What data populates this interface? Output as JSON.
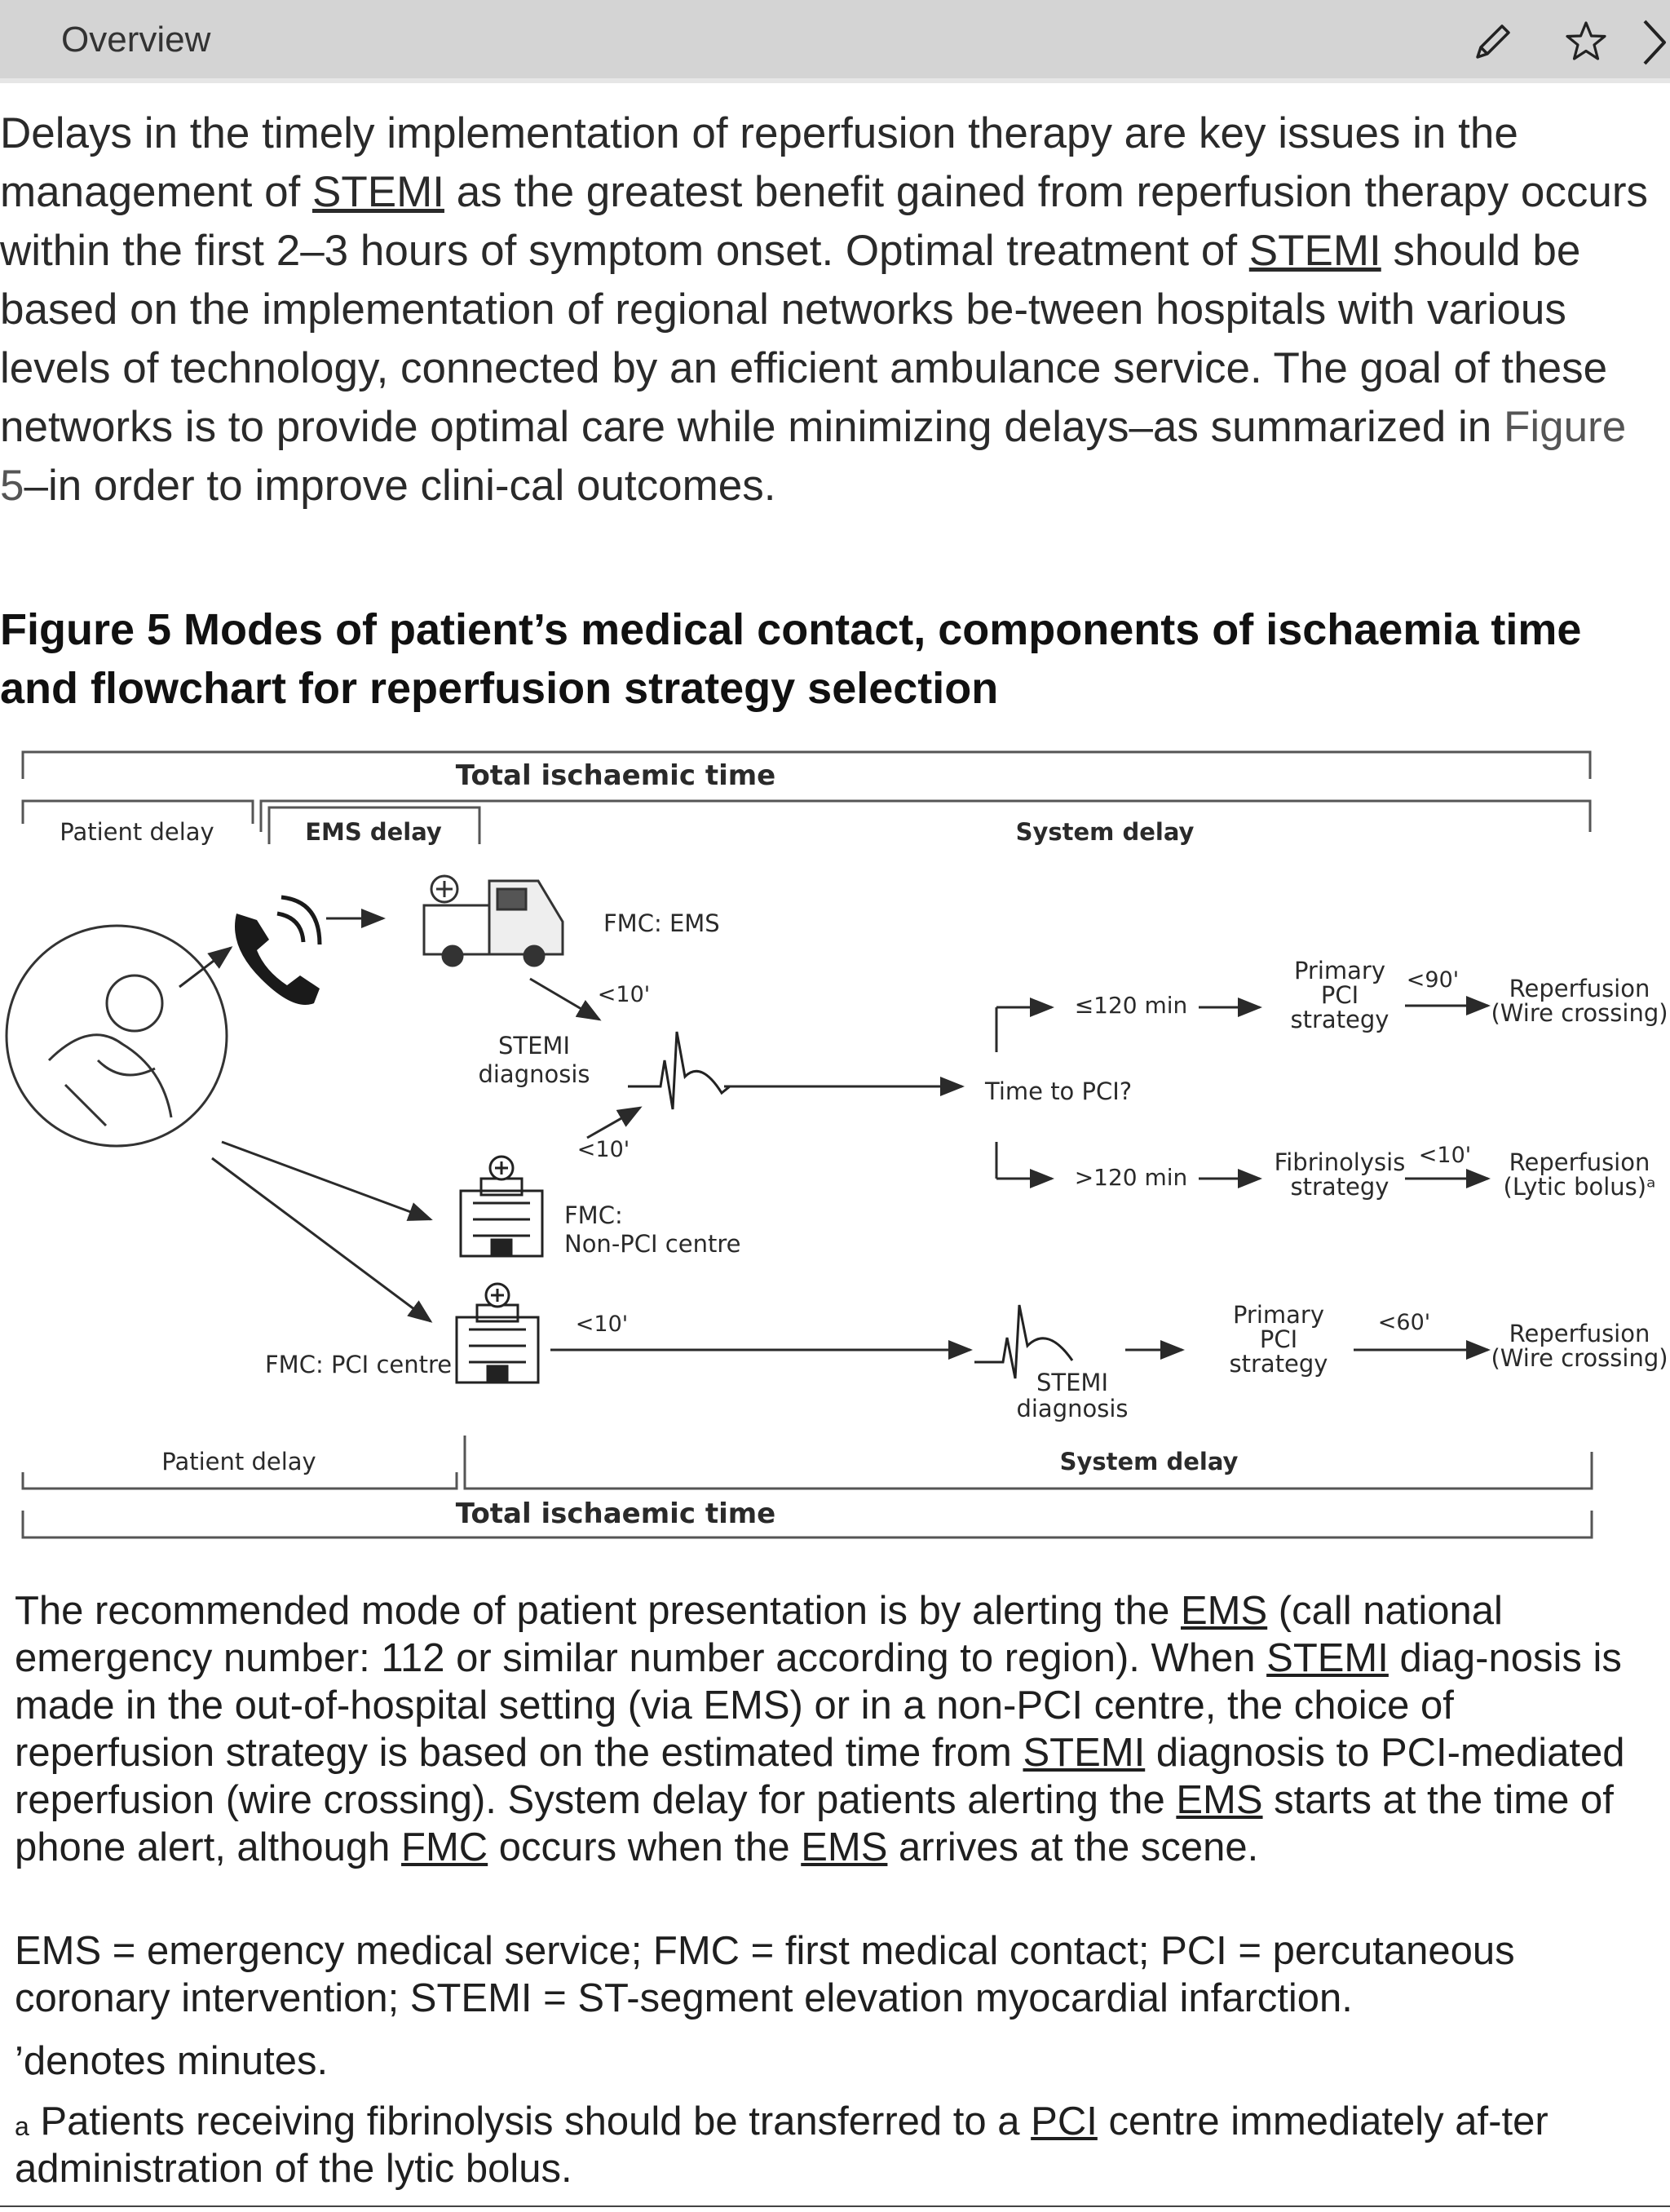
{
  "header": {
    "title": "Overview",
    "edit_icon": "pencil-icon",
    "bookmark_icon": "star-outline-icon",
    "next_icon": "chevron-right-icon"
  },
  "intro": {
    "s1": "Delays in the timely implementation of reperfusion therapy are key issues in the management of ",
    "l1": "STEMI",
    "s2": " as the greatest benefit gained from reperfusion therapy occurs within the first 2–3 hours of symptom onset. Optimal treatment of ",
    "l2": "STEMI",
    "s3": " should be based on the implementation of regional networks be-tween hospitals with various levels of technology, connected by an efficient ambulance service. The goal of these networks is to provide optimal care while minimizing delays–as summarized in ",
    "figref": "Figure 5",
    "s4": "–in order to improve clini-cal outcomes."
  },
  "figure": {
    "title": "Figure 5 Modes of patient’s medical contact, components of ischaemia time and flowchart for reperfusion strategy selection",
    "labels": {
      "total_top": "Total ischaemic time",
      "patient_delay_top": "Patient delay",
      "ems_delay": "EMS delay",
      "system_delay_top": "System delay",
      "fmc_ems": "FMC: EMS",
      "ten_1": "<10'",
      "stemi_diag_1a": "STEMI",
      "stemi_diag_1b": "diagnosis",
      "ten_2": "<10'",
      "fmc_nonpci_a": "FMC:",
      "fmc_nonpci_b": "Non-PCI centre",
      "ten_3": "<10'",
      "fmc_pci": "FMC: PCI centre",
      "time_to_pci": "Time to PCI?",
      "le120": "≤120 min",
      "gt120": ">120 min",
      "primary_pci_1a": "Primary",
      "primary_pci_1b": "PCI",
      "primary_pci_1c": "strategy",
      "lt90": "<90'",
      "reperf_1a": "Reperfusion",
      "reperf_1b": "(Wire crossing)",
      "fibrino_a": "Fibrinolysis",
      "fibrino_b": "strategy",
      "ten_4": "<10'",
      "reperf_2a": "Reperfusion",
      "reperf_2b": "(Lytic bolus)ᵃ",
      "stemi_diag_2a": "STEMI",
      "stemi_diag_2b": "diagnosis",
      "primary_pci_2a": "Primary",
      "primary_pci_2b": "PCI",
      "primary_pci_2c": "strategy",
      "lt60": "<60'",
      "reperf_3a": "Reperfusion",
      "reperf_3b": "(Wire crossing)",
      "patient_delay_bottom": "Patient delay",
      "system_delay_bottom": "System delay",
      "total_bottom": "Total ischaemic time"
    }
  },
  "body": {
    "p2": [
      {
        "t": "The recommended mode of patient presentation is by alerting the "
      },
      {
        "t": "EMS",
        "link": true
      },
      {
        "t": " (call national emergency number: 112 or similar number according to region). When "
      },
      {
        "t": "STEMI",
        "link": true
      },
      {
        "t": " diag-nosis is made in the out-of-hospital setting (via EMS) or in a non-PCI centre, the choice of reperfusion strategy is based on the estimated time from "
      },
      {
        "t": "STEMI",
        "link": true
      },
      {
        "t": " diagnosis to PCI-mediated reperfusion (wire crossing). System delay for patients alerting the "
      },
      {
        "t": "EMS",
        "link": true
      },
      {
        "t": " starts at the time of phone alert, although "
      },
      {
        "t": "FMC",
        "link": true
      },
      {
        "t": " occurs when the "
      },
      {
        "t": "EMS",
        "link": true
      },
      {
        "t": " arrives at the scene."
      }
    ],
    "p3": "EMS = emergency medical service; FMC = first medical contact; PCI = percutaneous coronary intervention; STEMI = ST-segment elevation myocardial infarction.",
    "p4": "’denotes minutes.",
    "p5_sup": "a",
    "p5_a": " Patients receiving fibrinolysis should be transferred to a ",
    "p5_link": "PCI",
    "p5_b": " centre immediately af-ter administration of the lytic bolus."
  }
}
